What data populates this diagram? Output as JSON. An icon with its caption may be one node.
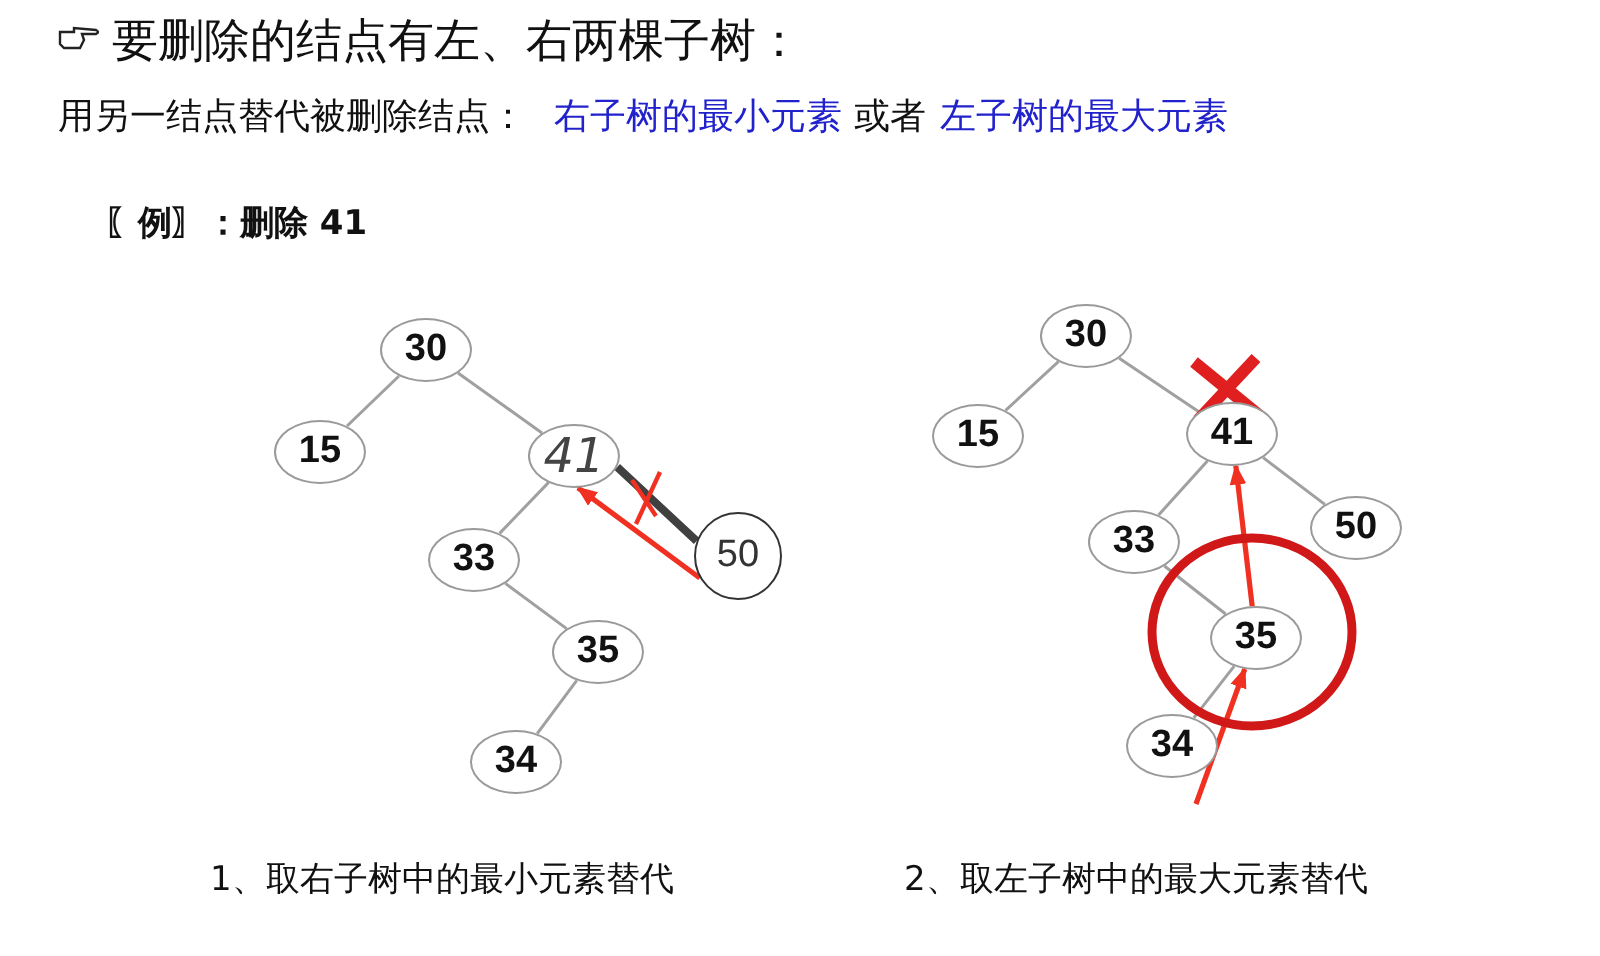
{
  "diagram": {
    "title": "要删除的结点有左、右两棵子树：",
    "nodes": [
      {
        "text": [
          "30"
        ]
      },
      {
        "text": [
          "15"
        ]
      },
      {
        "text": [
          "41"
        ]
      },
      {
        "text": [
          "33"
        ]
      },
      {
        "text": [
          "35"
        ]
      },
      {
        "text": [
          "34"
        ]
      },
      {
        "text": [
          "50"
        ]
      },
      {
        "text": [
          "30"
        ]
      },
      {
        "text": [
          "15"
        ]
      },
      {
        "text": [
          "41"
        ]
      },
      {
        "text": [
          "33"
        ]
      },
      {
        "text": [
          "50"
        ]
      },
      {
        "text": [
          "35"
        ]
      },
      {
        "text": [
          "34"
        ]
      }
    ],
    "edges": [
      {
        "from": 0,
        "to": 1,
        "arrow": "none"
      },
      {
        "from": 0,
        "to": 2,
        "arrow": "none"
      },
      {
        "from": 2,
        "to": 3,
        "arrow": "none"
      },
      {
        "from": 3,
        "to": 4,
        "arrow": "none"
      },
      {
        "from": 4,
        "to": 5,
        "arrow": "none"
      },
      {
        "from": 2,
        "to": 6,
        "arrow": "none",
        "style": "thick",
        "color": "#404040"
      },
      {
        "from": 6,
        "to": 2,
        "arrow": "to",
        "color": "#f03020"
      },
      {
        "from": 7,
        "to": 8,
        "arrow": "none"
      },
      {
        "from": 7,
        "to": 9,
        "arrow": "none"
      },
      {
        "from": 9,
        "to": 10,
        "arrow": "none"
      },
      {
        "from": 9,
        "to": 11,
        "arrow": "none"
      },
      {
        "from": 10,
        "to": 12,
        "arrow": "none"
      },
      {
        "from": 12,
        "to": 13,
        "arrow": "none"
      },
      {
        "from": 12,
        "to": 9,
        "arrow": "to",
        "color": "#f03020"
      },
      {
        "from": null,
        "to": 12,
        "arrow": "to",
        "color": "#f03020"
      }
    ],
    "labels": [
      "用另一结点替代被删除结点：",
      "右子树的最小元素",
      "或者",
      "左子树的最大元素",
      "〖例〗：删除 41",
      "1、取右子树中的最小元素替代",
      "2、取左子树中的最大元素替代"
    ]
  }
}
